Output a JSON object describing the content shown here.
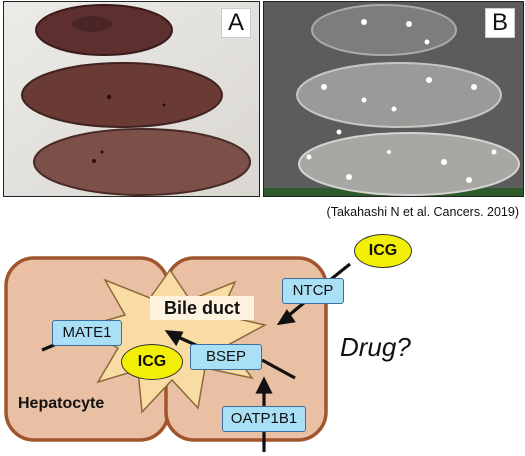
{
  "photos": {
    "panel_a_label": "A",
    "panel_b_label": "B",
    "citation": "(Takahashi N et al. Cancers. 2019)"
  },
  "diagram": {
    "cell_label": "Hepatocyte",
    "bile_duct_label": "Bile duct",
    "transporters": {
      "ntcp": "NTCP",
      "mate1": "MATE1",
      "bsep": "BSEP",
      "oatp1b1": "OATP1B1"
    },
    "icg_outside": "ICG",
    "icg_inside": "ICG",
    "drug_label": "Drug?"
  },
  "colors": {
    "cell_fill": "#e9c0a4",
    "cell_border": "#a0552d",
    "transporter_fill": "#a9e0f5",
    "icg_fill": "#f2ee05",
    "bile_duct_fill": "#f9dca3"
  }
}
